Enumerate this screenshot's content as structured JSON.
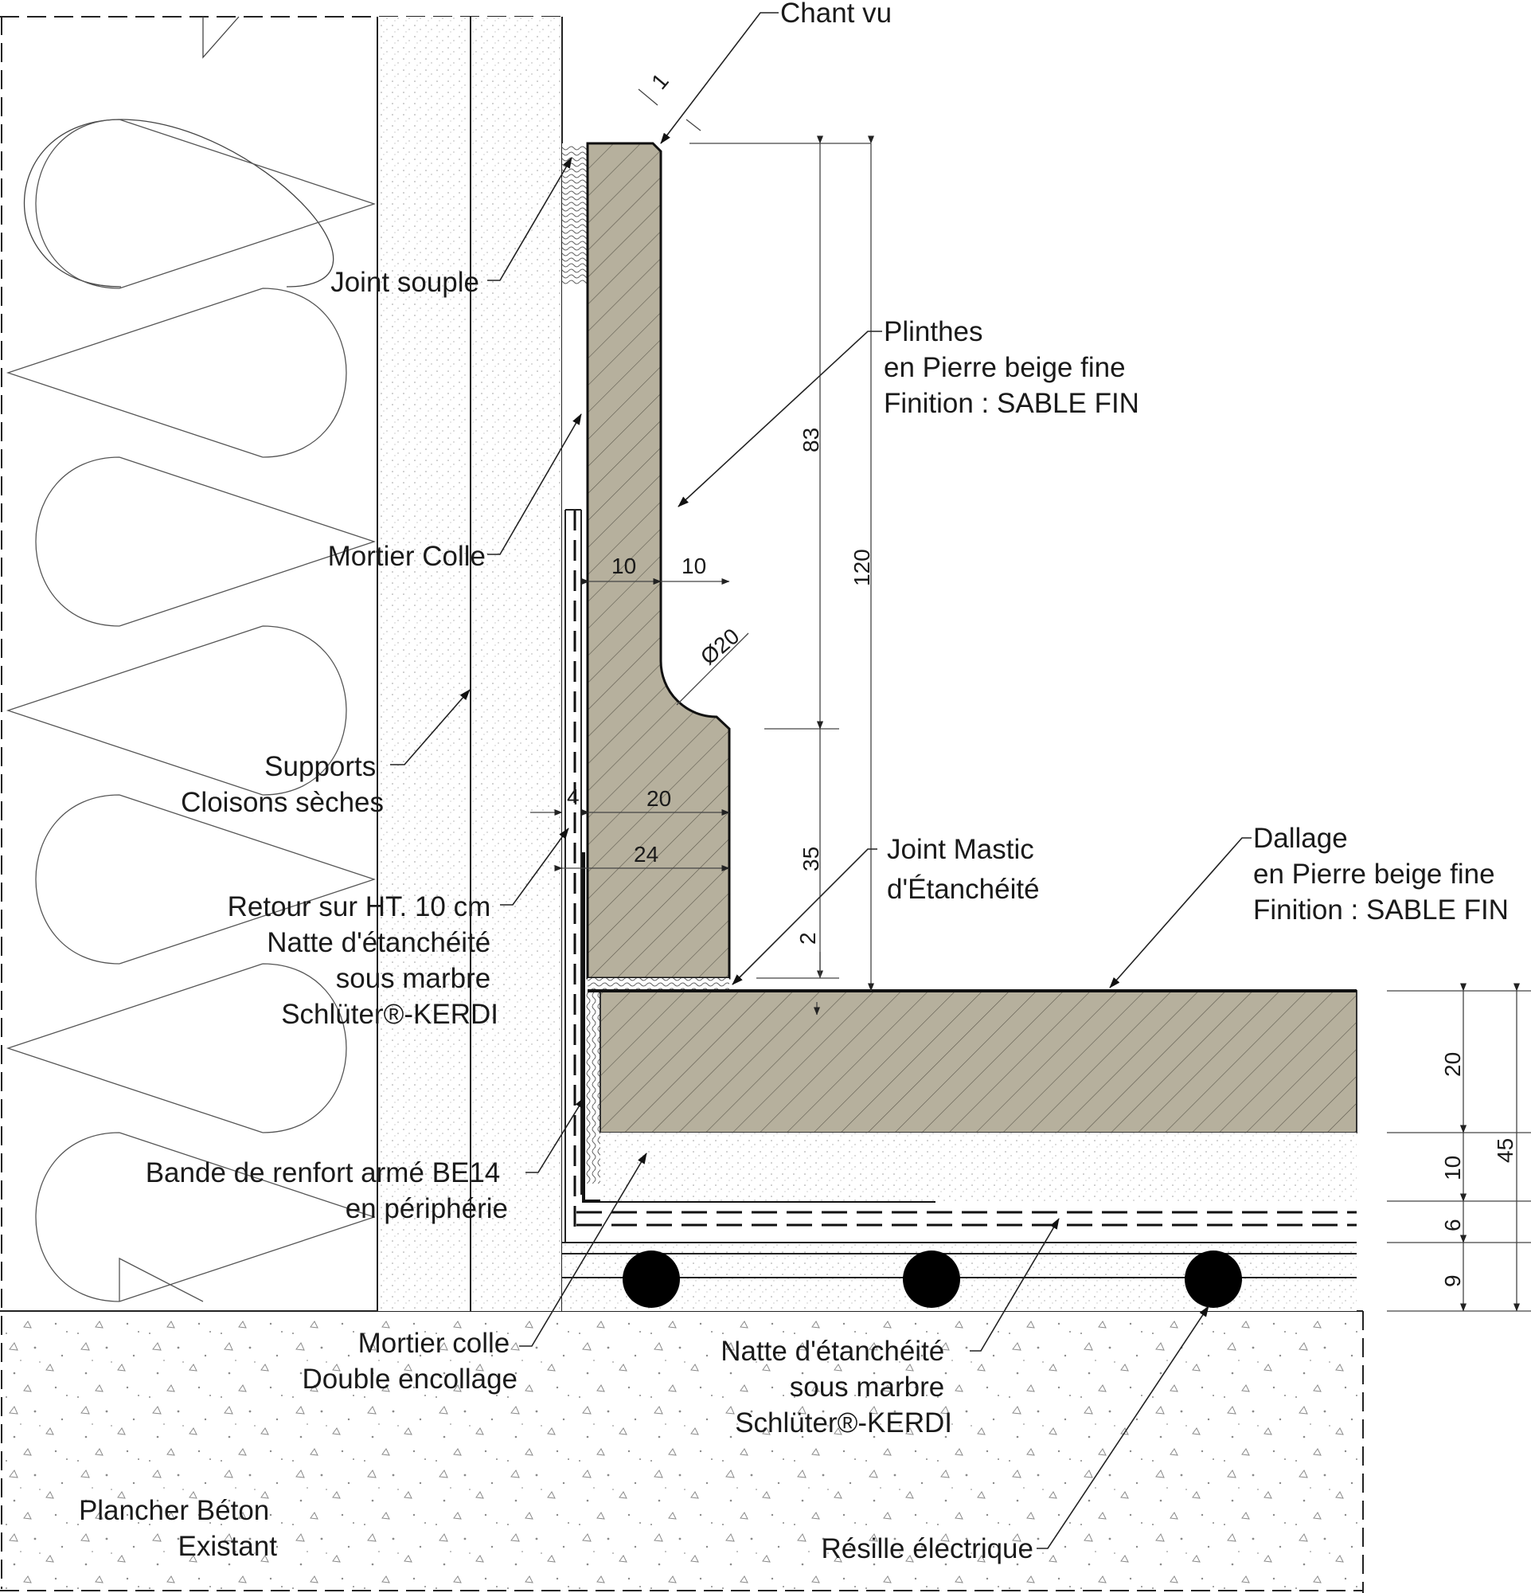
{
  "colors": {
    "stone": "#b6b09d",
    "background": "#ffffff",
    "line": "#222222",
    "concrete_mark": "#888888"
  },
  "labels": {
    "chant_vu": "Chant vu",
    "joint_souple": "Joint souple",
    "plinthes": [
      "Plinthes",
      "en Pierre beige fine",
      "Finition : SABLE FIN"
    ],
    "mortier_colle_wall": "Mortier Colle",
    "supports": [
      "Supports",
      "Cloisons sèches"
    ],
    "retour": [
      "Retour sur HT. 10 cm",
      "Natte d'étanchéité",
      "sous marbre",
      "Schlüter®-KERDI"
    ],
    "joint_mastic": [
      "Joint Mastic",
      "d'Étanchéité"
    ],
    "dallage": [
      "Dallage",
      "en Pierre beige fine",
      "Finition : SABLE FIN"
    ],
    "bande": [
      "Bande de renfort armé BE14",
      "en périphérie"
    ],
    "mortier_double": [
      "Mortier colle",
      "Double encollage"
    ],
    "natte_floor": [
      "Natte d'étanchéité",
      "sous marbre",
      "Schlüter®-KERDI"
    ],
    "resille": "Résille électrique",
    "plancher": [
      "Plancher Béton",
      "Existant"
    ]
  },
  "dimensions": {
    "chamfer": "1",
    "plinth_upper_height": "83",
    "plinth_total_height": "120",
    "plinth_lower_height": "35",
    "joint_gap": "2",
    "top_thickness_left": "10",
    "top_thickness_right": "10",
    "radius": "Ø20",
    "glue_gap": "4",
    "base_thickness": "20",
    "total_thickness": "24",
    "floor_stone": "20",
    "floor_mortar": "10",
    "floor_membrane": "6",
    "floor_heating": "9",
    "floor_total": "45"
  }
}
